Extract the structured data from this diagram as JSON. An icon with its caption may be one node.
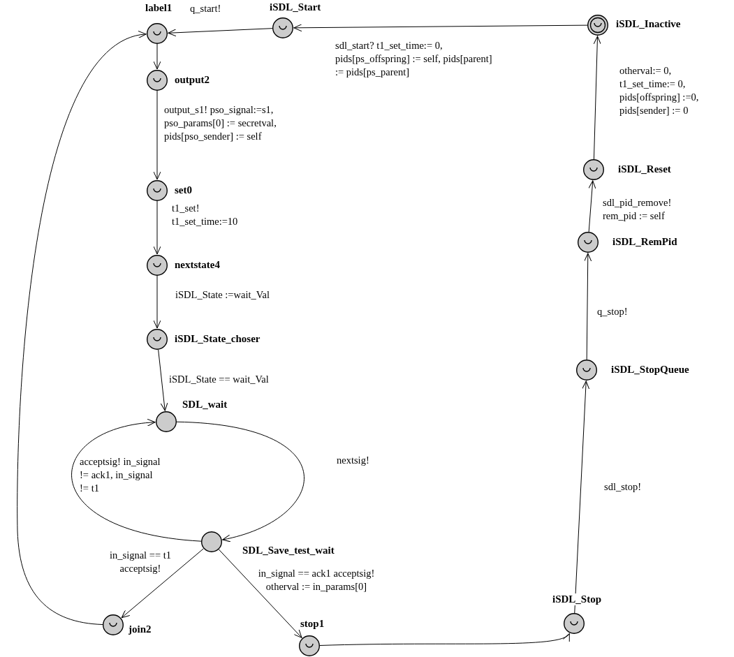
{
  "diagram": {
    "nodes": [
      {
        "text": [
          "label1"
        ]
      },
      {
        "text": [
          "iSDL_Start"
        ]
      },
      {
        "text": [
          "iSDL_Inactive"
        ]
      },
      {
        "text": [
          "output2"
        ]
      },
      {
        "text": [
          "set0"
        ]
      },
      {
        "text": [
          "nextstate4"
        ]
      },
      {
        "text": [
          "iSDL_State_choser"
        ]
      },
      {
        "text": [
          "SDL_wait"
        ]
      },
      {
        "text": [
          "SDL_Save_test_wait"
        ]
      },
      {
        "text": [
          "join2"
        ]
      },
      {
        "text": [
          "stop1"
        ]
      },
      {
        "text": [
          "iSDL_Stop"
        ]
      },
      {
        "text": [
          "iSDL_StopQueue"
        ]
      },
      {
        "text": [
          "iSDL_RemPid"
        ]
      },
      {
        "text": [
          "iSDL_Reset"
        ]
      }
    ],
    "edges": [
      {
        "from": 1,
        "to": 0,
        "arrow": "to",
        "label": "q_start!"
      },
      {
        "from": 2,
        "to": 1,
        "arrow": "to",
        "label": "sdl_start? t1_set_time:= 0, pids[ps_offspring] := self, pids[parent] := pids[ps_parent]"
      },
      {
        "from": 0,
        "to": 3,
        "arrow": "to"
      },
      {
        "from": 3,
        "to": 4,
        "arrow": "to",
        "label": "output_s1! pso_signal:=s1, pso_params[0] := secretval, pids[pso_sender] := self"
      },
      {
        "from": 4,
        "to": 5,
        "arrow": "to",
        "label": "t1_set! t1_set_time:=10"
      },
      {
        "from": 5,
        "to": 6,
        "arrow": "to",
        "label": "iSDL_State :=wait_Val"
      },
      {
        "from": 6,
        "to": 7,
        "arrow": "to",
        "label": "iSDL_State == wait_Val"
      },
      {
        "from": 7,
        "to": 8,
        "arrow": "to",
        "label": "nextsig!"
      },
      {
        "from": 8,
        "to": 7,
        "arrow": "to",
        "label": "acceptsig! in_signal != ack1, in_signal != t1"
      },
      {
        "from": 8,
        "to": 9,
        "arrow": "to",
        "label": "in_signal == t1 acceptsig!"
      },
      {
        "from": 8,
        "to": 10,
        "arrow": "to",
        "label": "in_signal == ack1 acceptsig! otherval := in_params[0]"
      },
      {
        "from": 9,
        "to": 0,
        "arrow": "to"
      },
      {
        "from": 10,
        "to": 11,
        "arrow": "to"
      },
      {
        "from": 11,
        "to": 12,
        "arrow": "to",
        "label": "sdl_stop!"
      },
      {
        "from": 12,
        "to": 13,
        "arrow": "to",
        "label": "q_stop!"
      },
      {
        "from": 13,
        "to": 14,
        "arrow": "to",
        "label": "sdl_pid_remove! rem_pid := self"
      },
      {
        "from": 14,
        "to": 2,
        "arrow": "to",
        "label": "otherval:= 0, t1_set_time:= 0, pids[offspring] :=0, pids[sender] := 0"
      }
    ]
  }
}
